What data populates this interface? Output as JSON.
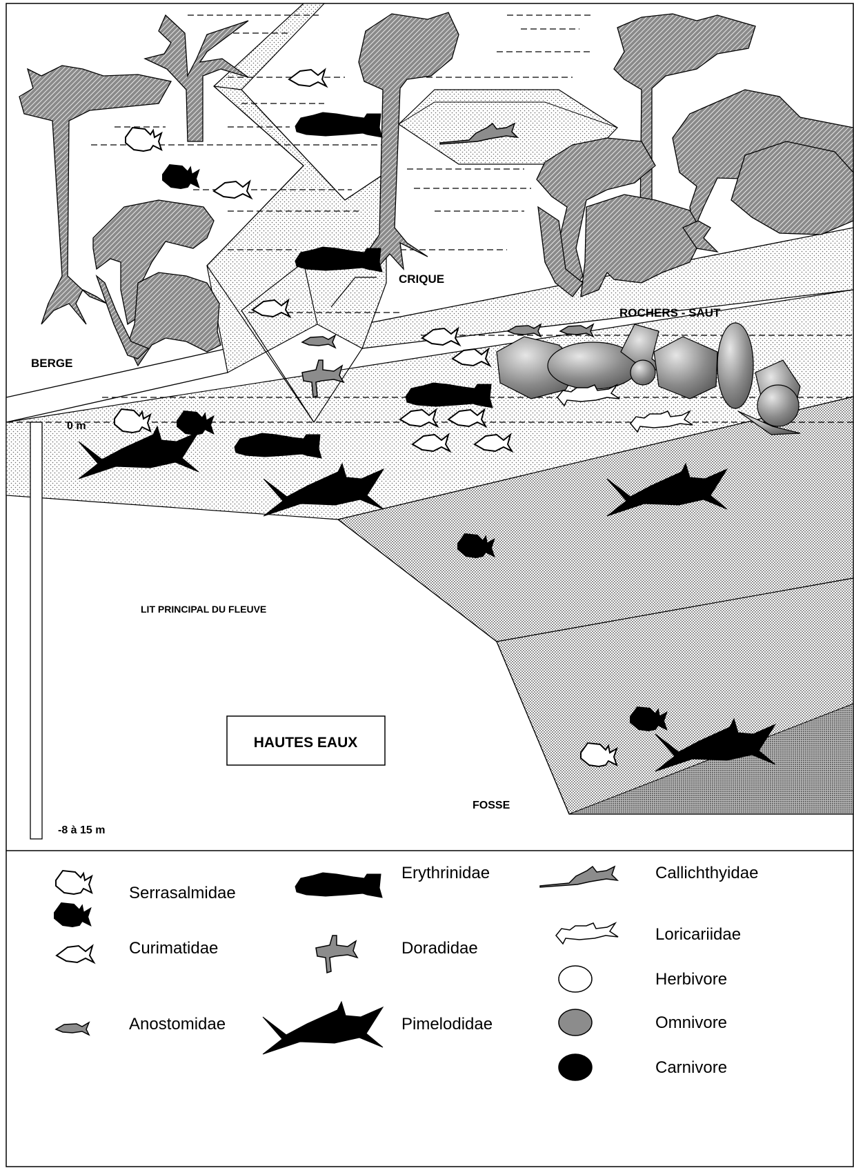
{
  "diagram": {
    "labels": {
      "crique": "CRIQUE",
      "rochers": "ROCHERS - SAUT",
      "berge": "BERGE",
      "zero": "0 m",
      "lit": "LIT PRINCIPAL DU FLEUVE",
      "hautes_eaux": "HAUTES EAUX",
      "fosse": "FOSSE",
      "depth": "-8 à 15 m"
    }
  },
  "legend": {
    "families": {
      "serrasalmidae": "Serrasalmidae",
      "curimatidae": "Curimatidae",
      "anostomidae": "Anostomidae",
      "erythrinidae": "Erythrinidae",
      "doradidae": "Doradidae",
      "pimelodidae": "Pimelodidae",
      "callichthyidae": "Callichthyidae",
      "loricariidae": "Loricariidae"
    },
    "diets": {
      "herbivore": "Herbivore",
      "omnivore": "Omnivore",
      "carnivore": "Carnivore"
    }
  },
  "colors": {
    "herbivore": "#ffffff",
    "omnivore": "#8c8c8c",
    "carnivore": "#000000",
    "tree": "#7f7f7f",
    "stipple": "#5a5a5a"
  }
}
